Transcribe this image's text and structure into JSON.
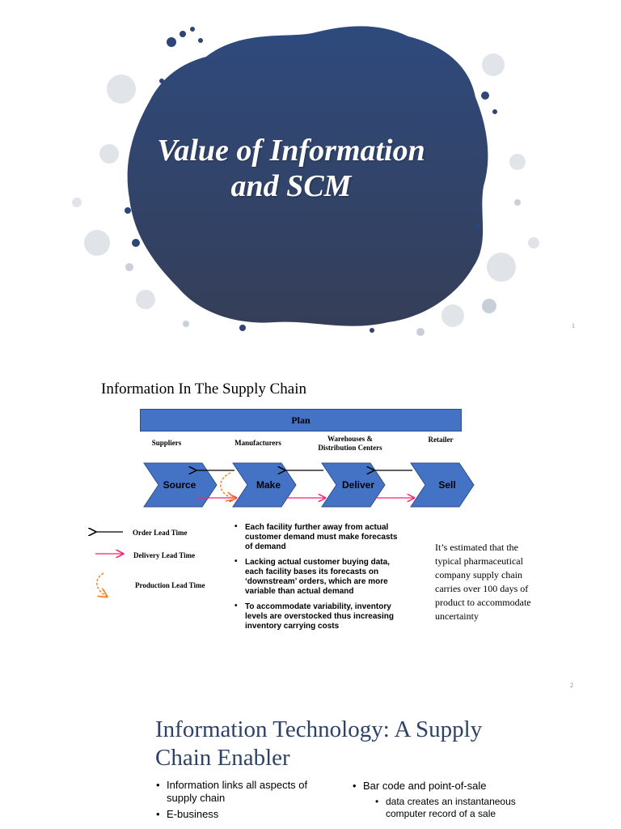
{
  "slide1": {
    "title_line1": "Value of Information",
    "title_line2": "and SCM",
    "page_number": "1",
    "colors": {
      "splash": "#2e4a7d",
      "splash_dark": "#353e58"
    }
  },
  "slide2": {
    "title": "Information In The Supply Chain",
    "plan_label": "Plan",
    "stages": [
      "Suppliers",
      "Manufacturers",
      "Warehouses &",
      "Distribution Centers",
      "Retailer"
    ],
    "chevrons": [
      "Source",
      "Make",
      "Deliver",
      "Sell"
    ],
    "legend": [
      "Order Lead Time",
      "Delivery Lead Time",
      "Production Lead Time"
    ],
    "bullets": [
      "Each facility further away from actual customer demand must make forecasts of demand",
      "Lacking actual customer buying data, each facility bases its forecasts on ‘downstream’ orders, which are more variable than actual demand",
      "To accommodate variability, inventory levels are overstocked thus increasing inventory carrying costs"
    ],
    "note": "It’s estimated that the typical pharmaceutical company supply chain carries over 100 days of product to accommodate uncertainty",
    "page_number": "2",
    "colors": {
      "plan_bar": "#4472c4",
      "chevron": "#4472c4",
      "order_arrow": "#000000",
      "delivery_arrow": "#ff1f6e",
      "production_arrow": "#f5842a"
    }
  },
  "slide3": {
    "title": "Information Technology: A Supply Chain Enabler",
    "left_bullets": [
      "Information links all aspects of supply chain",
      "E-business"
    ],
    "right_bullet": "Bar code and point-of-sale",
    "right_sub": "data creates an instantaneous computer record of a sale",
    "colors": {
      "title": "#2e4268"
    }
  }
}
